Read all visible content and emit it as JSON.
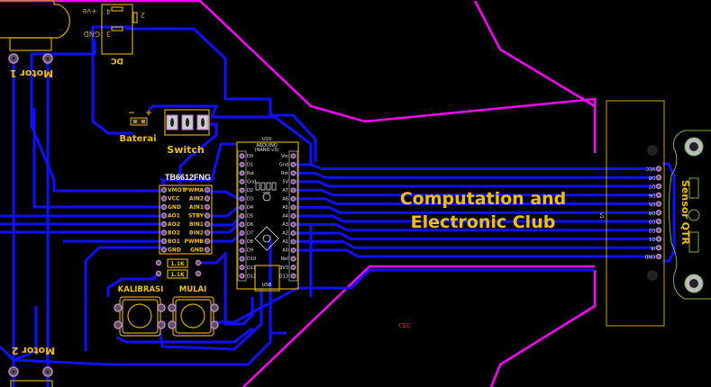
{
  "board": {
    "title_line1": "Computation and",
    "title_line2": "Electronic Club",
    "mark": "CEC"
  },
  "colors": {
    "trace": "#1010ff",
    "edge": "#ff00ff",
    "silkscreen": "#f0c000",
    "background": "#000000"
  },
  "motor1": {
    "label": "Motor 1"
  },
  "motor2": {
    "label": "Motor 2"
  },
  "dc": {
    "label": "DC",
    "pin4": "4",
    "pin4_name": "+ve",
    "pin3": "3",
    "pin3_name": "GND",
    "pin2": "2"
  },
  "battery": {
    "label": "Baterai",
    "minus": "−",
    "plus": "+"
  },
  "switch": {
    "label": "Switch"
  },
  "driver": {
    "label": "TB6612FNG",
    "left_pins": [
      "VMOT",
      "VCC",
      "GND",
      "AO1",
      "AO2",
      "BO2",
      "BO1",
      "GND"
    ],
    "right_pins": [
      "PWMA",
      "AIN2",
      "AIN1",
      "STBY",
      "BIN1",
      "BIN2",
      "PWMB",
      "GND"
    ]
  },
  "resistors": [
    {
      "value": "1.1K"
    },
    {
      "value": "1.1K"
    }
  ],
  "buttons": [
    {
      "label": "KALIBRASI"
    },
    {
      "label": "MULAI"
    }
  ],
  "arduino": {
    "ref": "U10",
    "name_line1": "ARDUINO",
    "name_line2": "(NANO v3)",
    "usb": "USB",
    "left_pins": [
      "D0",
      "D1",
      "Rst",
      "Gnd",
      "D2",
      "D3",
      "D4",
      "D5",
      "D6",
      "D7",
      "D8",
      "D9",
      "D10",
      "D11",
      "D12"
    ],
    "right_pins": [
      "Vin",
      "Gnd",
      "Rst",
      "5V",
      "A7",
      "A6",
      "A5",
      "A4",
      "A3",
      "A2",
      "A1",
      "A0",
      "Ref",
      "3V3",
      "D13"
    ]
  },
  "sensor": {
    "label": "Sensor QTR",
    "ref": "U1",
    "pins": [
      "VCC",
      "D8",
      "D7",
      "D6",
      "D5",
      "D4",
      "D3",
      "D2",
      "D1",
      "IR",
      "GND"
    ]
  }
}
